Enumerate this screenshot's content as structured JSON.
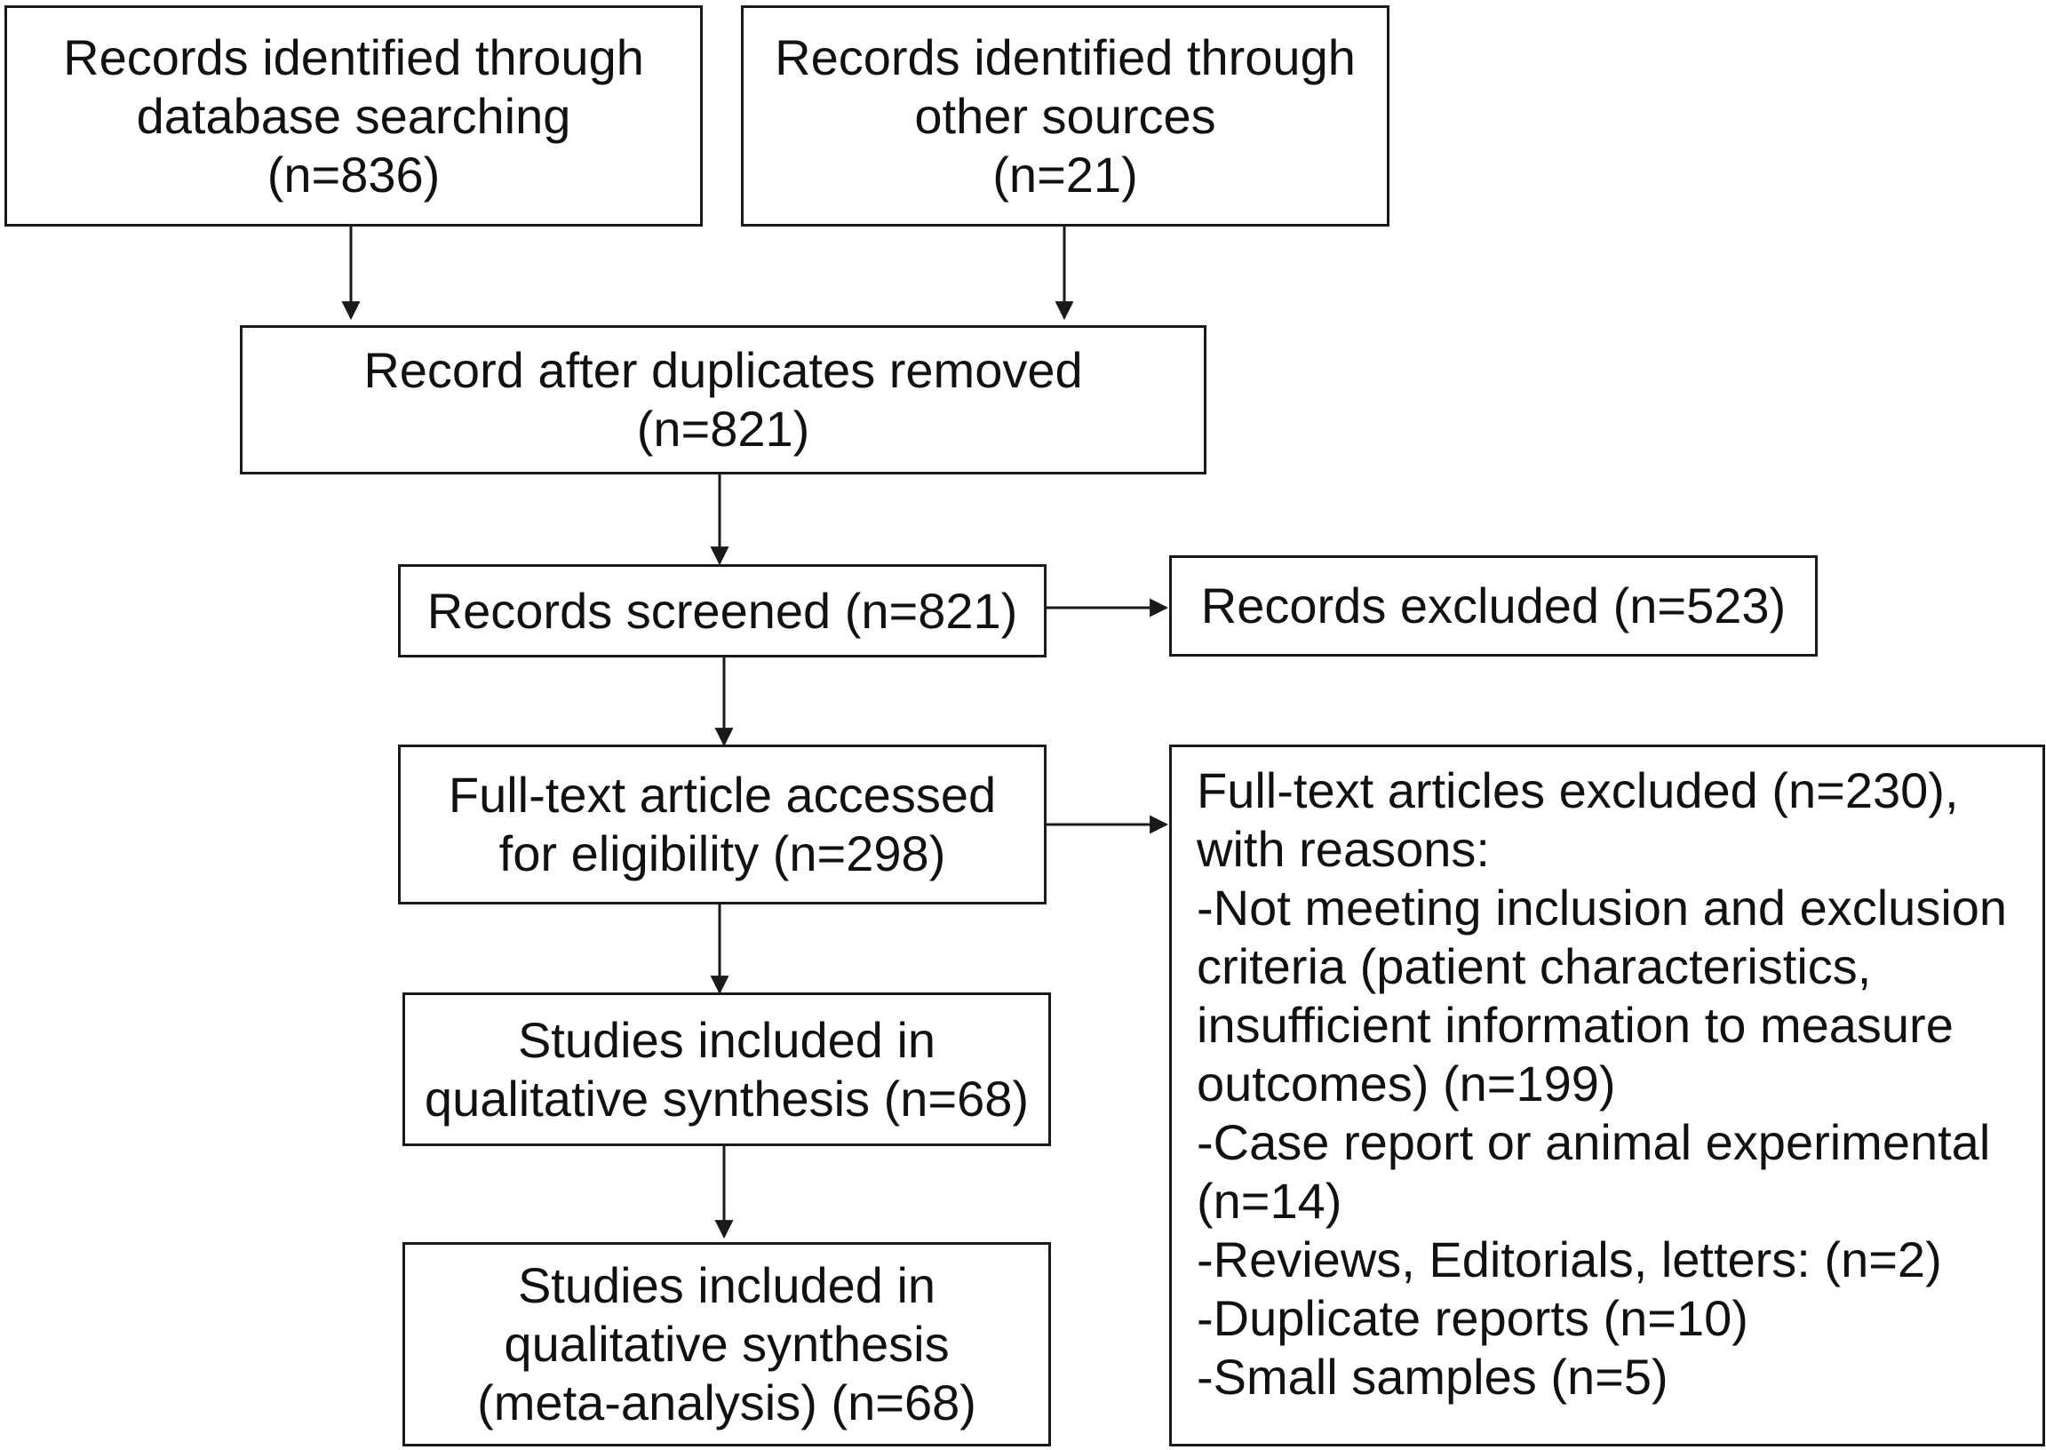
{
  "boxes": {
    "db_search": [
      "Records identified through",
      "database searching",
      "(n=836)"
    ],
    "other_sources": [
      "Records identified through",
      "other sources",
      "(n=21)"
    ],
    "duplicates_removed": [
      "Record after duplicates removed",
      "(n=821)"
    ],
    "screened": [
      "Records screened (n=821)"
    ],
    "excluded": [
      "Records excluded (n=523)"
    ],
    "full_text": [
      "Full-text article accessed",
      "for eligibility (n=298)"
    ],
    "qualitative": [
      "Studies included in",
      "qualitative synthesis (n=68)"
    ],
    "meta_analysis": [
      "Studies included in",
      "qualitative synthesis",
      "(meta-analysis) (n=68)"
    ],
    "full_text_excluded": [
      "Full-text articles excluded (n=230),",
      "with reasons:",
      "-Not meeting inclusion and exclusion",
      "criteria (patient characteristics,",
      "insufficient information to measure",
      "outcomes) (n=199)",
      "-Case report or animal experimental",
      "(n=14)",
      "-Reviews, Editorials, letters: (n=2)",
      "-Duplicate reports (n=10)",
      "-Small samples (n=5)"
    ]
  }
}
